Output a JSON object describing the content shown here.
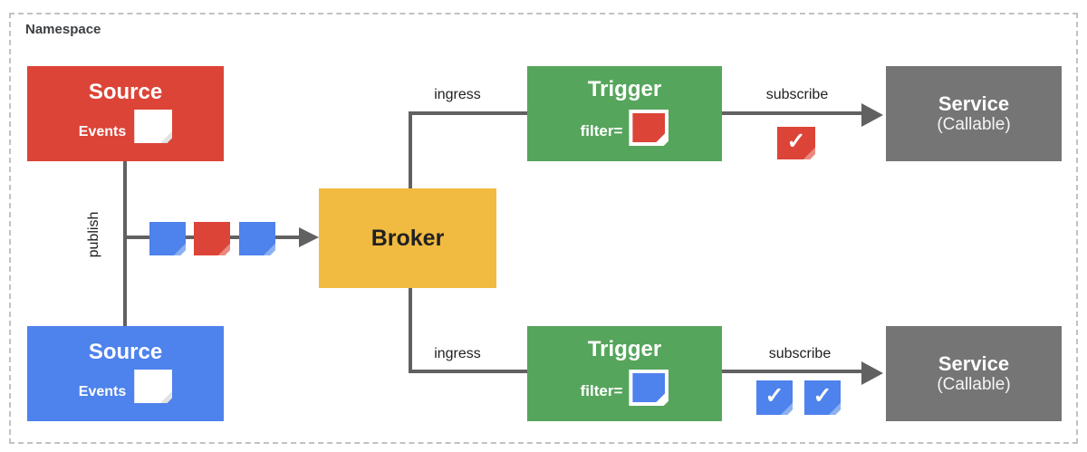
{
  "namespace": {
    "label": "Namespace"
  },
  "colors": {
    "red": "#db4437",
    "blue": "#4e82ec",
    "green": "#56a55c",
    "yellow": "#f1bb41",
    "gray": "#757575",
    "line": "#616161",
    "dash_border": "#c2c2c2",
    "label_text": "#212121",
    "namespace_text": "#3c4043"
  },
  "nodes": {
    "source_top": {
      "title": "Source",
      "events_label": "Events",
      "accent": "#db4437",
      "event_icon": "white-note-icon"
    },
    "source_bottom": {
      "title": "Source",
      "events_label": "Events",
      "accent": "#4e82ec",
      "event_icon": "white-note-icon"
    },
    "broker": {
      "title": "Broker",
      "accent": "#f1bb41"
    },
    "trigger_top": {
      "title": "Trigger",
      "filter_label": "filter=",
      "filter_icon": "red-note-icon",
      "accent": "#56a55c"
    },
    "trigger_bottom": {
      "title": "Trigger",
      "filter_label": "filter=",
      "filter_icon": "blue-note-icon",
      "accent": "#56a55c"
    },
    "service_top": {
      "title": "Service",
      "subtitle": "(Callable)",
      "accent": "#757575"
    },
    "service_bottom": {
      "title": "Service",
      "subtitle": "(Callable)",
      "accent": "#757575"
    }
  },
  "edges": {
    "publish": {
      "label": "publish"
    },
    "ingress_top": {
      "label": "ingress"
    },
    "ingress_bottom": {
      "label": "ingress"
    },
    "subscribe_top": {
      "label": "subscribe",
      "check_icons": [
        {
          "name": "red-check-note-icon",
          "glyph": "✓"
        }
      ]
    },
    "subscribe_bottom": {
      "label": "subscribe",
      "check_icons": [
        {
          "name": "blue-check-note-icon",
          "glyph": "✓"
        },
        {
          "name": "blue-check-note-icon",
          "glyph": "✓"
        }
      ]
    }
  },
  "event_stream": {
    "items": [
      "blue-event-note-icon",
      "red-event-note-icon",
      "blue-event-note-icon"
    ]
  }
}
